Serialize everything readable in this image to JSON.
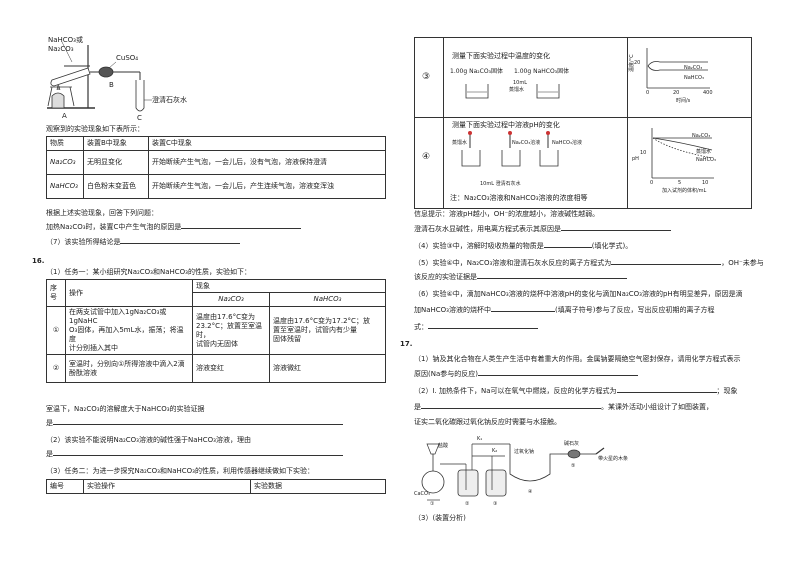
{
  "left": {
    "apparatus": {
      "label_top1": "NaHCO₃或",
      "label_top2": "Na₂CO₃",
      "label_cuso4": "CuSO₄",
      "label_B": "B",
      "label_A": "A",
      "label_C": "C",
      "label_limewater": "澄清石灰水"
    },
    "obs_intro": "观察到的实验现象如下表所示：",
    "obs_table": {
      "headers": [
        "物质",
        "装置B中现象",
        "装置C中现象"
      ],
      "rows": [
        [
          "Na₂CO₃",
          "无明显变化",
          "开始断续产生气泡，一会儿后，没有气泡，溶液保持澄清"
        ],
        [
          "NaHCO₃",
          "白色粉末变蓝色",
          "开始断续产生气泡，一会儿后，产生连续气泡，溶液变浑浊"
        ]
      ]
    },
    "q_intro": "根据上述实验现象，回答下列问题：",
    "q1": "加热Na₂CO₃时，装置C中产生气泡的原因是",
    "q2": "（7）该实验所得结论是",
    "q16_num": "16.",
    "q16_task1": "（1）任务一：某小组研究Na₂CO₃和NaHCO₃的性质，实验如下：",
    "exp_table": {
      "h_seq": "序号",
      "h_op": "操作",
      "h_obs": "现象",
      "h_na2co3": "Na₂CO₃",
      "h_nahco3": "NaHCO₃",
      "r1_seq": "①",
      "r1_op": [
        "在两支试管中加入1gNa₂CO₃或1gNaHC",
        "O₃固体，再加入5mL水，振荡；将温度",
        "计分别插入其中"
      ],
      "r1_a": [
        "温度由17.6°C变为",
        "23.2°C；放置至室温时，",
        "试管内无固体"
      ],
      "r1_b": [
        "温度由17.6°C变为17.2°C；放",
        "置至室温时，试管内有少量",
        "固体残留"
      ],
      "r2_seq": "②",
      "r2_op": [
        "室温时，分别向①所得溶液中滴入2滴",
        "酚酞溶液"
      ],
      "r2_a": "溶液变红",
      "r2_b": "溶液微红"
    },
    "q16_1_text": "室温下，Na₂CO₃的溶解度大于NaHCO₃的实验证据",
    "q16_1_suffix": "是",
    "q16_2": "（2）该实验不能说明Na₂CO₃溶液的碱性强于NaHCO₃溶液，理由",
    "q16_2_suffix": "是",
    "q16_3": "（3）任务二：为进一步探究Na₂CO₃和NaHCO₃的性质，利用传感器继续做如下实验：",
    "sensor_table_headers": [
      "编号",
      "实验操作",
      "实验数据"
    ]
  },
  "right": {
    "row3": {
      "seq": "③",
      "title": "测量下面实验过程中温度的变化",
      "label_a": "1.00g Na₂CO₃固体",
      "label_b": "1.00g NaHCO₃固体",
      "label_vol": "10mL",
      "label_water": "蒸馏水",
      "chart_ylabel": "温度/°C",
      "chart_xlabel": "时间/s",
      "chart_ticks": [
        "0",
        "20",
        "400"
      ],
      "chart_tick_20": "20",
      "series_a": "Na₂CO₃",
      "series_b": "NaHCO₃"
    },
    "row4": {
      "seq": "④",
      "title": "测量下面实验过程中溶液pH的变化",
      "label_water": "蒸馏水",
      "label_a": "Na₂CO₃溶液",
      "label_b": "NaHCO₃溶液",
      "label_lime": "10mL 澄清石灰水",
      "chart_ylabel": "pH",
      "chart_xlabel": "加入试剂的体积/mL",
      "chart_ticks": [
        "0",
        "5",
        "10"
      ],
      "chart_y10": "10",
      "series_a": "Na₂CO₃",
      "series_water": "蒸馏水",
      "series_b": "NaHCO₃",
      "note": "注：Na₂CO₃溶液和NaHCO₃溶液的浓度相等"
    },
    "info1": "信息提示：溶液pH越小，OH⁻的浓度越小，溶液碱性越弱。",
    "info2": "澄清石灰水显碱性，用电离方程式表示其原因是",
    "q4": "（4）实验③中，溶解时吸收热量的物质是",
    "q4_suffix": "(填化学式)。",
    "q5": "（5）实验④中，Na₂CO₃溶液和澄清石灰水反应的离子方程式为",
    "q5_suffix": "，OH⁻未参与",
    "q5_line2": "该反应的实验证据是",
    "q6": "（6）实验④中，滴加NaHCO₃溶液的烧杯中溶液pH的变化与滴加Na₂CO₃溶液的pH有明显差异，原因是滴",
    "q6_line2a": "加NaHCO₃溶液的烧杯中",
    "q6_line2b": "(填离子符号)参与了反应，写出反应初期的离子方程",
    "q6_line3": "式：",
    "q17_num": "17.",
    "q17_1": "（1）钠及其化合物在人类生产生活中有着重大的作用。金属钠要隔绝空气密封保存，请用化学方程式表示",
    "q17_1_line2": "原因(Na参与的反应)",
    "q17_2": "（2）Ⅰ. 加热条件下，Na可以在氧气中燃烧，反应的化学方程式为",
    "q17_2_suffix": "；现象",
    "q17_2_line2": "是",
    "q17_2_line2b": "。某课外活动小组设计了如图装置，",
    "q17_2_line3": "证实二氧化碳跟过氧化钠反应时需要与水接触。",
    "apparatus2": {
      "label_acid": "盐酸",
      "label_caco3": "CaCO₃",
      "label_k1": "K₁",
      "label_k2": "K₂",
      "label_na2o2": "过氧化钠",
      "label_soda": "碱石灰",
      "label_splint": "带火星的木条",
      "n1": "①",
      "n2": "②",
      "n3": "③",
      "n4": "④",
      "n5": "⑤"
    },
    "q17_3": "（3）(装置分析)"
  }
}
